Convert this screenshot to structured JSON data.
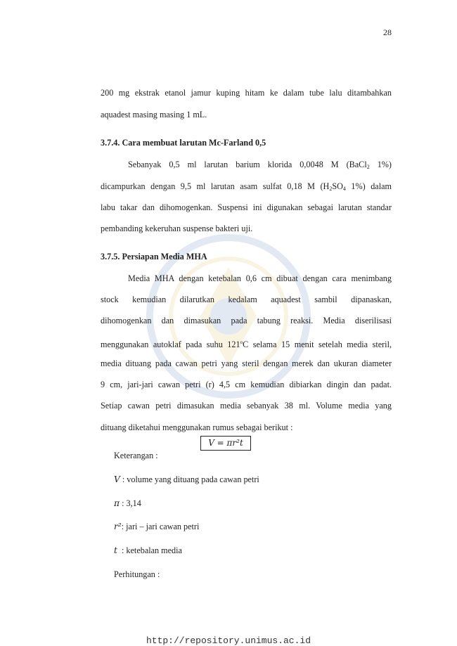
{
  "page_number": "28",
  "para1": {
    "line1": "200 mg ekstrak etanol jamur kuping hitam ke dalam tube lalu ditambahkan",
    "line2": "aquadest masing masing 1 mL."
  },
  "section1": {
    "heading": "3.7.4. Cara membuat larutan Mc-Farland 0,5",
    "line1": "Sebanyak 0,5 ml larutan barium klorida 0,0048 M (BaCl",
    "line1_sub": "2",
    "line1_end": " 1%)",
    "line2_start": "dicampurkan dengan 9,5 ml larutan asam sulfat 0,18 M (H",
    "line2_sub1": "2",
    "line2_mid": "SO",
    "line2_sub2": "4",
    "line2_end": " 1%) dalam",
    "line3": "labu takar dan dihomogenkan. Suspensi ini digunakan sebagai larutan standar",
    "line4": "pembanding kekeruhan suspense bakteri uji."
  },
  "section2": {
    "heading": "3.7.5. Persiapan Media MHA",
    "line1": "Media MHA dengan ketebalan 0,6 cm dibuat dengan cara menimbang",
    "line2": "stock kemudian dilarutkan kedalam aquadest sambil dipanaskan,",
    "line3": "dihomogenkan dan dimasukan pada tabung reaksi. Media diserilisasi",
    "line4_start": "menggunakan autoklaf pada suhu 121",
    "line4_sup": "o",
    "line4_end": "C selama 15 menit setelah media steril,",
    "line5": "media dituang pada cawan petri yang steril dengan merek dan ukuran diameter",
    "line6": "9 cm, jari-jari cawan petri (r) 4,5 cm kemudian dibiarkan dingin dan padat.",
    "line7": "Setiap cawan petri dimasukan media sebanyak 38 ml. Volume media yang",
    "line8": "dituang diketahui menggunakan rumus sebagai berikut :"
  },
  "formula": "V = πr²t",
  "keterangan_label": "Keterangan :",
  "legend": [
    {
      "symbol": "V",
      "text": " : volume yang dituang pada cawan petri"
    },
    {
      "symbol": "π",
      "text": " : 3,14"
    },
    {
      "symbol": "r²",
      "text": ": jari – jari cawan petri"
    },
    {
      "symbol": "t",
      "text": "  : ketebalan media"
    }
  ],
  "perhitungan_label": "Perhitungan :",
  "footer_url": "http://repository.unimus.ac.id"
}
